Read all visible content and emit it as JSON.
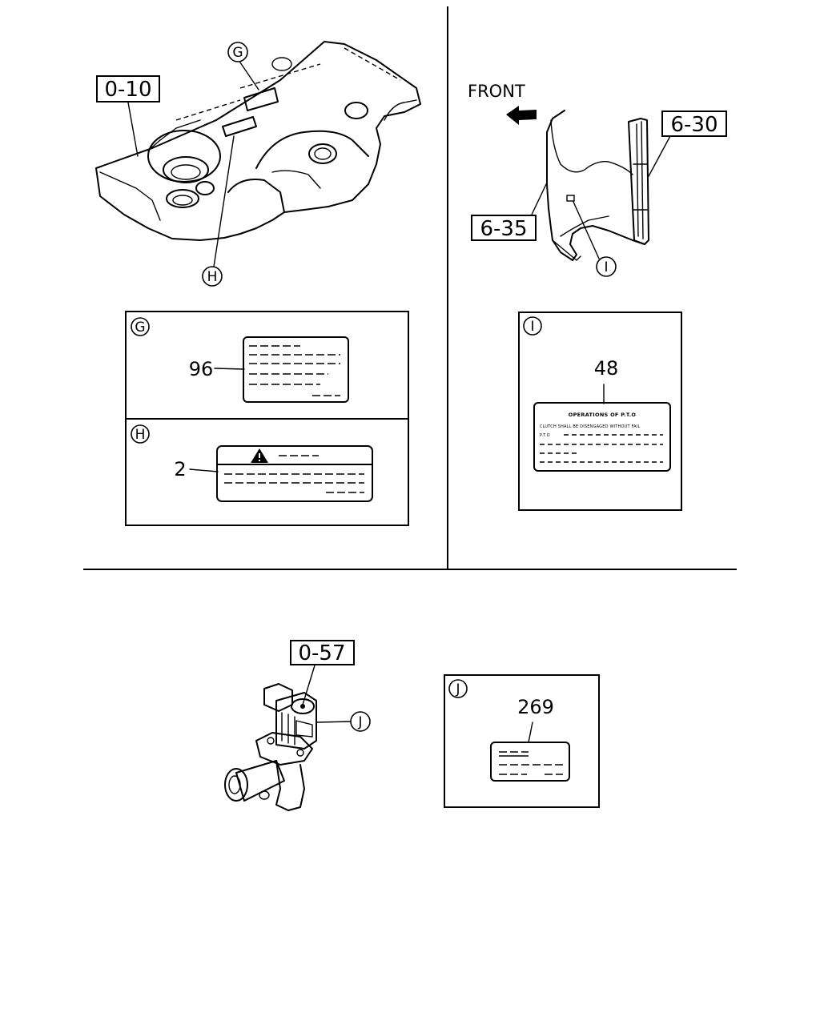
{
  "callouts": {
    "g": "G",
    "h": "H",
    "i": "I",
    "j": "J"
  },
  "refs": {
    "r010": "0-10",
    "r630": "6-30",
    "r635": "6-35",
    "r057": "0-57"
  },
  "front_label": "FRONT",
  "labels": {
    "g_num": "96",
    "h_num": "2",
    "i_num": "48",
    "j_num": "269",
    "i_title": "OPERATIONS OF P.T.O",
    "i_line1": "CLUTCH SHALL BE DISENGAGED WITHOUT FAIL",
    "i_line2": "P.T.O"
  }
}
